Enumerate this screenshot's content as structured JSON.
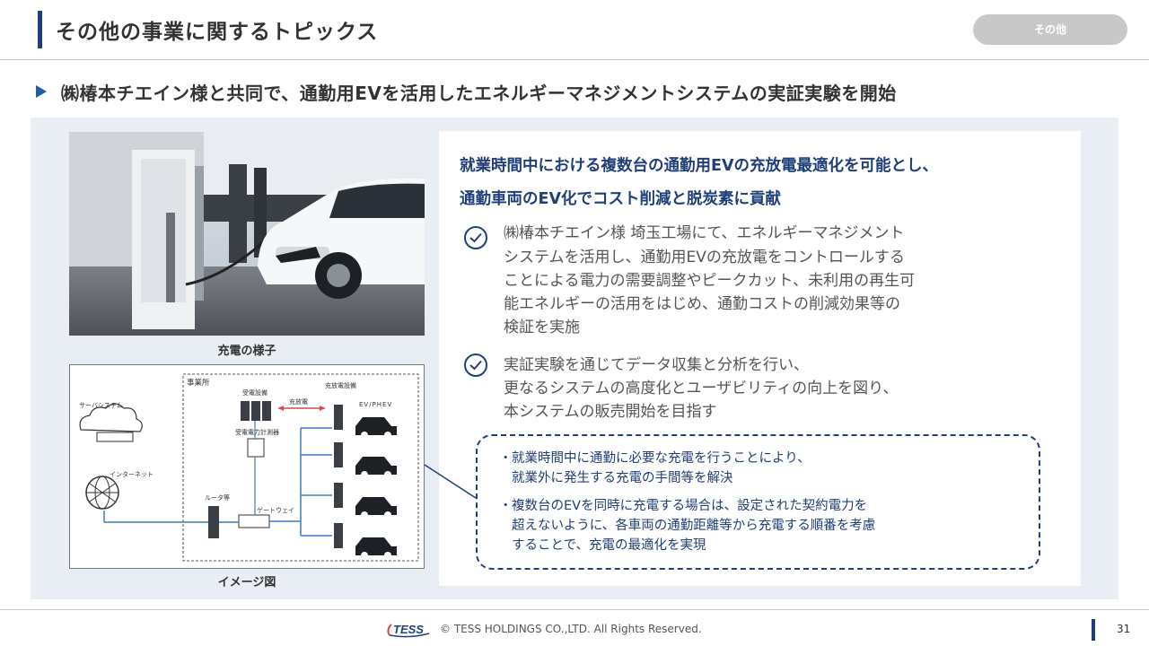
{
  "header": {
    "title": "その他の事業に関するトピックス",
    "tag": "その他"
  },
  "subheading": "㈱椿本チエイン様と共同で、通勤用EVを活用したエネルギーマネジメントシステムの実証実験を開始",
  "photo": {
    "caption": "充電の様子"
  },
  "diagram": {
    "caption": "イメージ図",
    "labels": {
      "office": "事業所",
      "server": "サーバシステム",
      "internet": "インターネット",
      "router": "ルータ等",
      "gateway": "ゲートウェイ",
      "power_receiving": "受電設備",
      "power_meter": "受電電力計測器",
      "charger_equipment": "充放電設備",
      "charge_discharge": "充放電",
      "ev_phev": "EV/PHEV"
    }
  },
  "lead": {
    "line1": "就業時間中における複数台の通勤用EVの充放電最適化を可能とし、",
    "line2": "通勤車両のEV化でコスト削減と脱炭素に貢献"
  },
  "points": [
    {
      "lines": [
        "㈱椿本チエイン様 埼玉工場にて、エネルギーマネジメント",
        "システムを活用し、通勤用EVの充放電をコントロールする",
        "ことによる電力の需要調整やピークカット、未利用の再生可",
        "能エネルギーの活用をはじめ、通勤コストの削減効果等の",
        "検証を実施"
      ]
    },
    {
      "lines": [
        "実証実験を通じてデータ収集と分析を行い、",
        "更なるシステムの高度化とユーザビリティの向上を図り、",
        "本システムの販売開始を目指す"
      ]
    }
  ],
  "notes": [
    {
      "marker": "・",
      "lines": [
        "就業時間中に通勤に必要な充電を行うことにより、",
        "就業外に発生する充電の手間等を解決"
      ]
    },
    {
      "marker": "・",
      "lines": [
        "複数台のEVを同時に充電する場合は、設定された契約電力を",
        "超えないように、各車両の通勤距離等から充電する順番を考慮",
        "することで、充電の最適化を実現"
      ]
    }
  ],
  "footer": {
    "logo": "TESS",
    "copyright": "© TESS HOLDINGS CO.,LTD. All Rights Reserved.",
    "page": "31"
  },
  "colors": {
    "accent": "#1f3f7a",
    "panel_bg": "#e8eef4",
    "tag_bg": "#c8c8c8"
  }
}
